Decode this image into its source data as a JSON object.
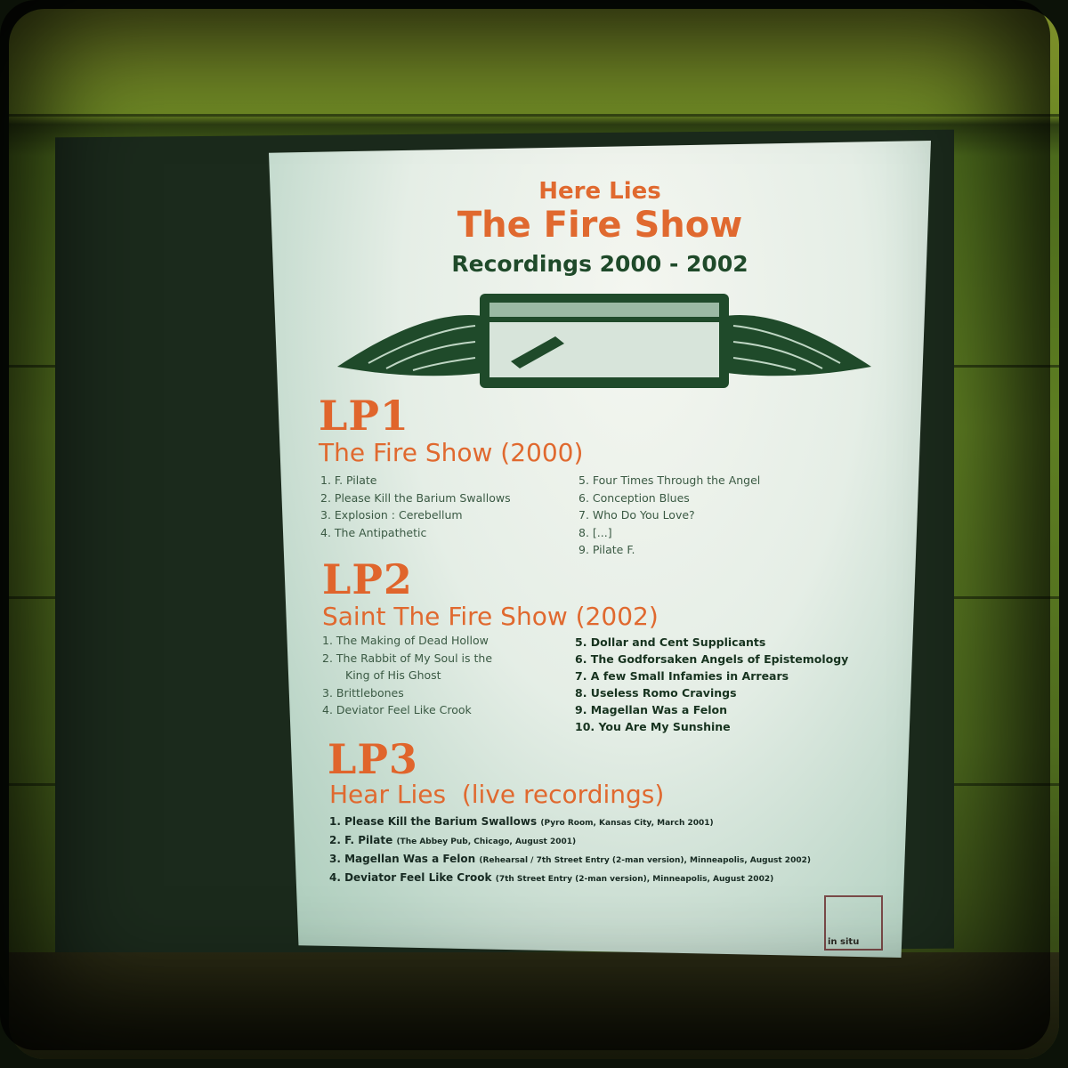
{
  "poster": {
    "header_line1": "Here Lies",
    "header_title": "The Fire Show",
    "header_line3": "Recordings 2000 - 2002",
    "logo_text": "in situ"
  },
  "lp1": {
    "label": "LP1",
    "title": "The Fire Show (2000)",
    "tracks_left": [
      "1. F. Pilate",
      "2. Please Kill the Barium Swallows",
      "3. Explosion : Cerebellum",
      "4. The Antipathetic"
    ],
    "tracks_right": [
      "5. Four Times Through the Angel",
      "6. Conception Blues",
      "7. Who Do You Love?",
      "8. [...]",
      "9. Pilate F."
    ]
  },
  "lp2": {
    "label": "LP2",
    "title": "Saint The Fire Show (2002)",
    "tracks_left": [
      "1. The Making of Dead Hollow",
      "2. The Rabbit of My Soul is the",
      "King of His Ghost",
      "3. Brittlebones",
      "4. Deviator Feel Like Crook"
    ],
    "tracks_right": [
      "5. Dollar and Cent Supplicants",
      "6. The Godforsaken Angels of Epistemology",
      "7. A few Small Infamies in Arrears",
      "8. Useless Romo Cravings",
      "9. Magellan Was a Felon",
      "10. You Are My Sunshine"
    ]
  },
  "lp3": {
    "label": "LP3",
    "title": "Hear Lies  (live recordings)",
    "tracks": [
      {
        "name": "1. Please Kill the Barium Swallows",
        "note": "(Pyro Room, Kansas City, March 2001)"
      },
      {
        "name": "2. F. Pilate",
        "note": "(The Abbey Pub, Chicago, August 2001)"
      },
      {
        "name": "3. Magellan Was a Felon",
        "note": "(Rehearsal  /  7th Street Entry (2-man version), Minneapolis, August 2002)"
      },
      {
        "name": "4. Deviator Feel Like Crook",
        "note": "(7th Street Entry (2-man version), Minneapolis, August 2002)"
      }
    ]
  }
}
